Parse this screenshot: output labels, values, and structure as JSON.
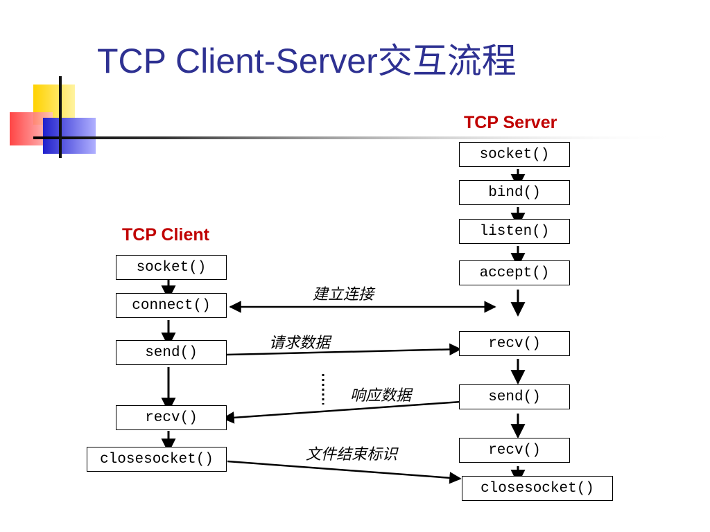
{
  "slide": {
    "title": "TCP Client-Server交互流程"
  },
  "client": {
    "heading": "TCP Client",
    "steps": [
      "socket()",
      "connect()",
      "send()",
      "recv()",
      "closesocket()"
    ]
  },
  "server": {
    "heading": "TCP Server",
    "steps": [
      "socket()",
      "bind()",
      "listen()",
      "accept()",
      "recv()",
      "send()",
      "recv()",
      "closesocket()"
    ]
  },
  "labels": {
    "connect": "建立连接",
    "request": "请求数据",
    "response": "响应数据",
    "eof": "文件结束标识"
  },
  "colors": {
    "title": "#2e3192",
    "heading": "#c00000",
    "accent_yellow": "#ffd700",
    "accent_blue": "#3333cc",
    "accent_red": "#ff4040"
  }
}
